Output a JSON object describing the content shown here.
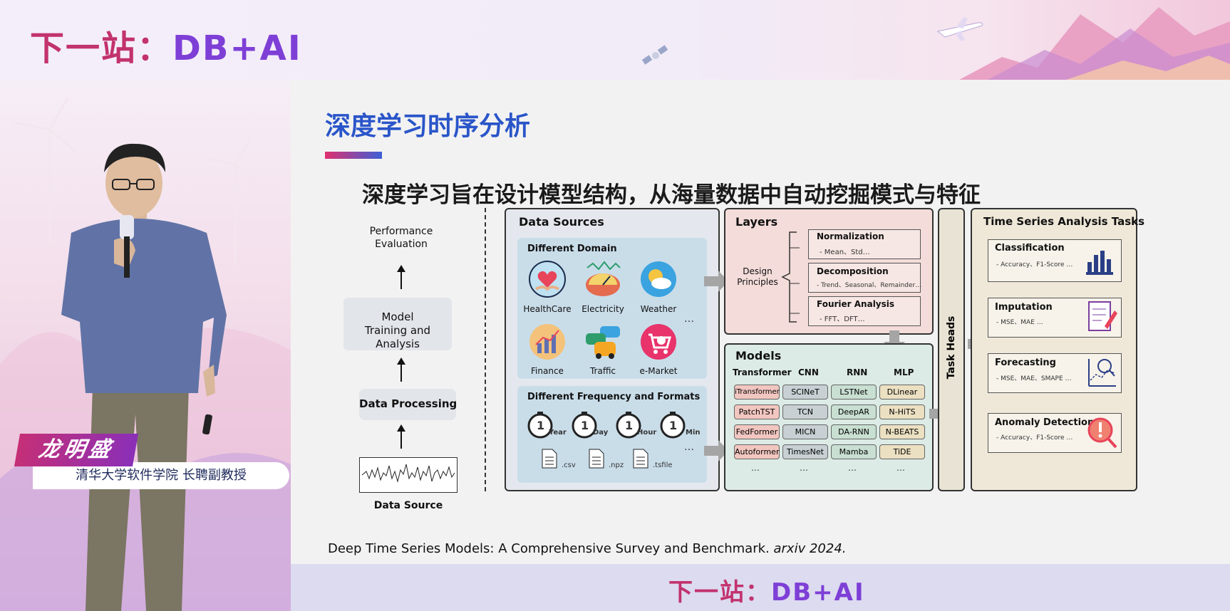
{
  "brand": {
    "part1": "下一站：",
    "part2": "DB+AI"
  },
  "speaker": {
    "name": "龙明盛",
    "title": "清华大学软件学院 长聘副教授"
  },
  "slide": {
    "title": "深度学习时序分析",
    "subtitle": "深度学习旨在设计模型结构，从海量数据中自动挖掘模式与特征",
    "citation": "Deep Time Series Models: A Comprehensive Survey and Benchmark.",
    "citation_venue": "arxiv 2024."
  },
  "pipeline": {
    "performance": "Performance\nEvaluation",
    "model_training": "Model\nTraining and Analysis",
    "data_processing": "Data Processing",
    "data_source": "Data Source"
  },
  "data_sources": {
    "header": "Data Sources",
    "domain_header": "Different Domain",
    "domains": [
      "HealthCare",
      "Electricity",
      "Weather",
      "Finance",
      "Traffic",
      "e-Market"
    ],
    "domain_more": "…",
    "freq_header": "Different Frequency and Formats",
    "freqs": [
      "Year",
      "Day",
      "Hour",
      "Min"
    ],
    "freq_num": "1",
    "formats": [
      ".csv",
      ".npz",
      ".tsfile"
    ],
    "formats_more": "…"
  },
  "layers": {
    "header": "Layers",
    "design": "Design\nPrinciples",
    "items": [
      {
        "name": "Normalization",
        "desc": "- Mean、Std…"
      },
      {
        "name": "Decomposition",
        "desc": "- Trend、Seasonal、Remainder…"
      },
      {
        "name": "Fourier Analysis",
        "desc": "- FFT、DFT…"
      }
    ]
  },
  "models": {
    "header": "Models",
    "columns": [
      "Transformer",
      "CNN",
      "RNN",
      "MLP"
    ],
    "rows": [
      [
        "iTransformer",
        "SCINeT",
        "LSTNet",
        "DLinear"
      ],
      [
        "PatchTST",
        "TCN",
        "DeepAR",
        "N-HiTS"
      ],
      [
        "FedFormer",
        "MICN",
        "DA-RNN",
        "N-BEATS"
      ],
      [
        "Autoformer",
        "TimesNet",
        "Mamba",
        "TiDE"
      ]
    ],
    "more": "…"
  },
  "task_heads": "Task Heads",
  "tasks": {
    "header": "Time Series Analysis Tasks",
    "items": [
      {
        "name": "Classification",
        "desc": "- Accuracy、F1-Score …"
      },
      {
        "name": "Imputation",
        "desc": "- MSE、MAE …"
      },
      {
        "name": "Forecasting",
        "desc": "- MSE、MAE、SMAPE …"
      },
      {
        "name": "Anomaly Detection",
        "desc": "- Accuracy、F1-Score …"
      }
    ]
  },
  "colors": {
    "accent_blue": "#2a55c9",
    "brand_pink": "#c2326e",
    "brand_purple": "#7e3fd6",
    "data_sources_bg": "#dce3ee",
    "layers_bg": "#f3dcd9",
    "models_bg": "#dcebe5",
    "tasks_bg": "#efe8d8"
  }
}
